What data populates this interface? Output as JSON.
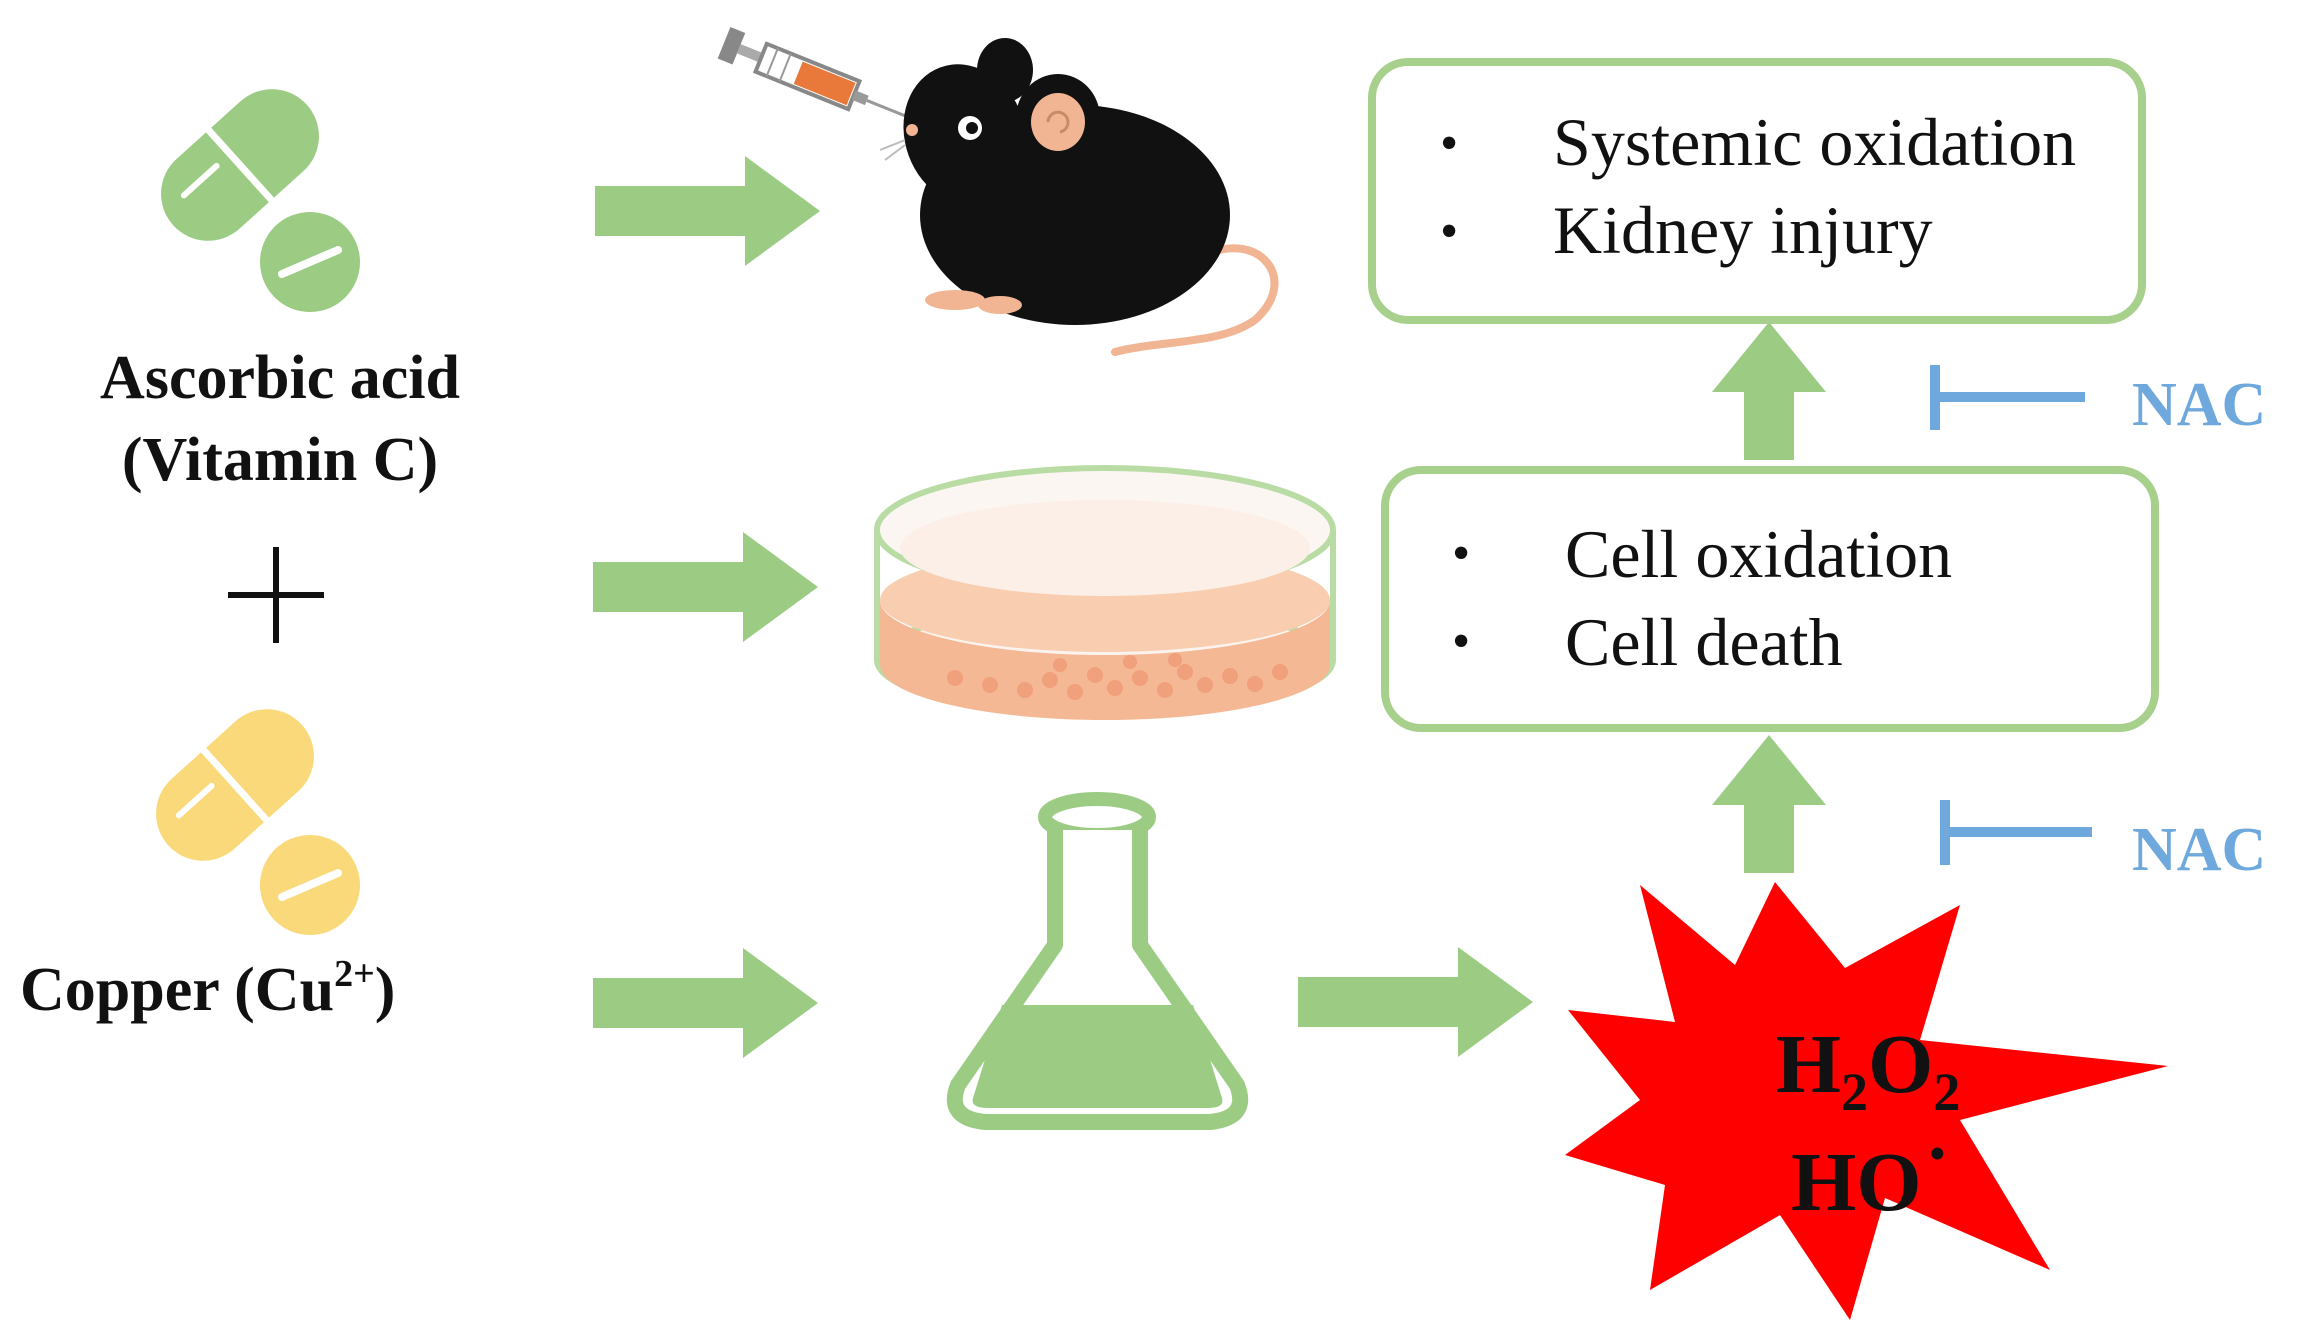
{
  "colors": {
    "arrow_green": "#9ccc84",
    "box_border": "#a8d08d",
    "pill_green": "#9ccc84",
    "pill_yellow": "#f9d97a",
    "inhibit_blue": "#6fa8dc",
    "burst_red": "#ff0000",
    "dish_fill": "#f5b895",
    "flask_fill": "#9ccc84"
  },
  "icons": {
    "green_pill": "capsule-and-tablet-icon",
    "yellow_pill": "capsule-and-tablet-icon",
    "mouse": "mouse-icon",
    "syringe": "syringe-icon",
    "dish": "petri-dish-icon",
    "flask": "erlenmeyer-flask-icon",
    "burst": "explosion-burst-icon"
  },
  "left": {
    "vitc_line1": "Ascorbic acid",
    "vitc_line2": "(Vitamin C)",
    "plus": "+",
    "copper_text": "Copper (Cu",
    "copper_charge": "2+",
    "copper_close": ")"
  },
  "box_top": {
    "bullet": "•",
    "item1": "Systemic oxidation",
    "item2": "Kidney injury"
  },
  "box_mid": {
    "bullet": "•",
    "item1": "Cell oxidation",
    "item2": "Cell death"
  },
  "inhibitors": {
    "upper": "NAC",
    "lower": "NAC"
  },
  "ros": {
    "h2o2_h": "H",
    "h2o2_sub1": "2",
    "h2o2_o": "O",
    "h2o2_sub2": "2",
    "ho": "HO",
    "radical_dot": "•"
  }
}
